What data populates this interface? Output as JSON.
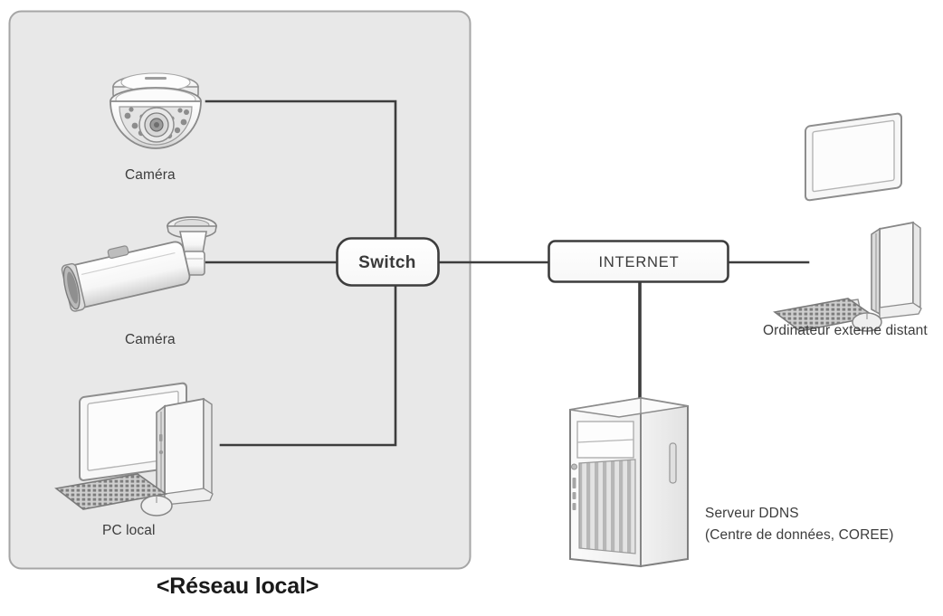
{
  "diagram": {
    "title_caption": "<Réseau local>",
    "lan_zone": {
      "name": "local-network-zone",
      "fill": "#e8e8e8",
      "border": "#9a9a9a"
    },
    "nodes": {
      "camera_dome": {
        "label": "Caméra",
        "icon": "dome-camera-icon"
      },
      "camera_bullet": {
        "label": "Caméra",
        "icon": "bullet-camera-icon"
      },
      "pc_local": {
        "label": "PC local",
        "icon": "desktop-computer-icon"
      },
      "switch": {
        "label": "Switch",
        "shape": "rounded-rect"
      },
      "internet": {
        "label": "INTERNET",
        "shape": "rounded-rect"
      },
      "remote_computer": {
        "label": "Ordinateur externe distant",
        "icon": "desktop-computer-icon"
      },
      "ddns_server": {
        "label_line1": "Serveur DDNS",
        "label_line2": "(Centre de données, COREE)",
        "icon": "server-tower-icon"
      }
    },
    "connections": [
      {
        "from": "camera_dome",
        "to": "switch"
      },
      {
        "from": "camera_bullet",
        "to": "switch"
      },
      {
        "from": "pc_local",
        "to": "switch"
      },
      {
        "from": "switch",
        "to": "internet"
      },
      {
        "from": "internet",
        "to": "remote_computer"
      },
      {
        "from": "internet",
        "to": "ddns_server"
      }
    ],
    "colors": {
      "line": "#3d3d3d",
      "text": "#3a3a3a",
      "caption": "#1a1a1a",
      "background": "#ffffff"
    }
  }
}
